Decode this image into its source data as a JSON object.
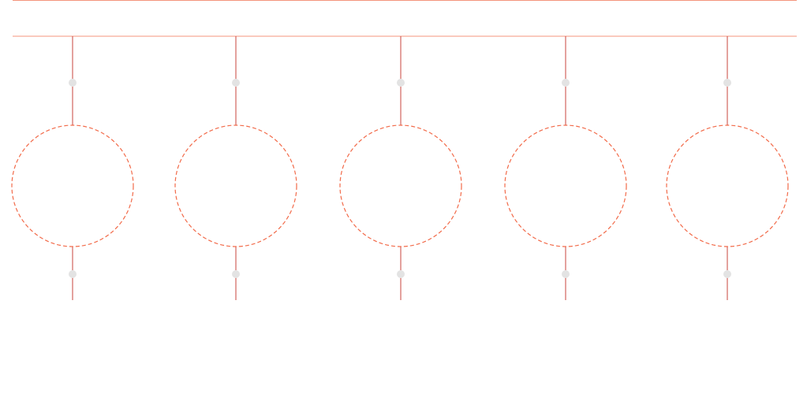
{
  "diagram": {
    "node_count": 5,
    "colors": {
      "rail": "#f4a98a",
      "rail_line": "#f07050",
      "stem": "#c9453e",
      "circle_outline": "#f26b4a",
      "junction_dot": "#e3e3e3",
      "background": "#ffffff"
    },
    "nodes": [
      {
        "id": "node-1",
        "shape": "dashed-circle",
        "has_top_junction": true,
        "has_bottom_junction": true
      },
      {
        "id": "node-2",
        "shape": "dashed-circle",
        "has_top_junction": true,
        "has_bottom_junction": true
      },
      {
        "id": "node-3",
        "shape": "dashed-circle",
        "has_top_junction": true,
        "has_bottom_junction": true
      },
      {
        "id": "node-4",
        "shape": "dashed-circle",
        "has_top_junction": true,
        "has_bottom_junction": true
      },
      {
        "id": "node-5",
        "shape": "dashed-circle",
        "has_top_junction": true,
        "has_bottom_junction": true
      }
    ]
  }
}
